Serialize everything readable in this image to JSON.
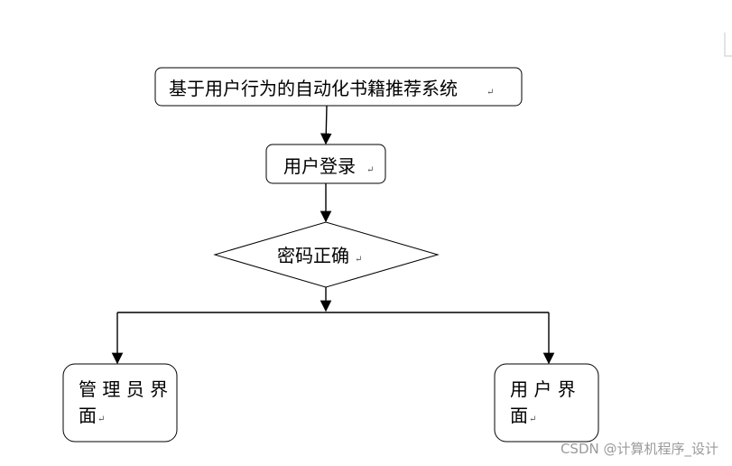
{
  "nodes": {
    "system": {
      "label": "基于用户行为的自动化书籍推荐系统"
    },
    "login": {
      "label": "用户登录"
    },
    "check": {
      "label": "密码正确"
    },
    "admin": {
      "label_line1": "管 理 员 界",
      "label_line2": "面"
    },
    "user": {
      "label_line1": "用 户  界",
      "label_line2": "面"
    }
  },
  "paragraph_mark": "↵",
  "watermark": "CSDN @计算机程序_设计"
}
